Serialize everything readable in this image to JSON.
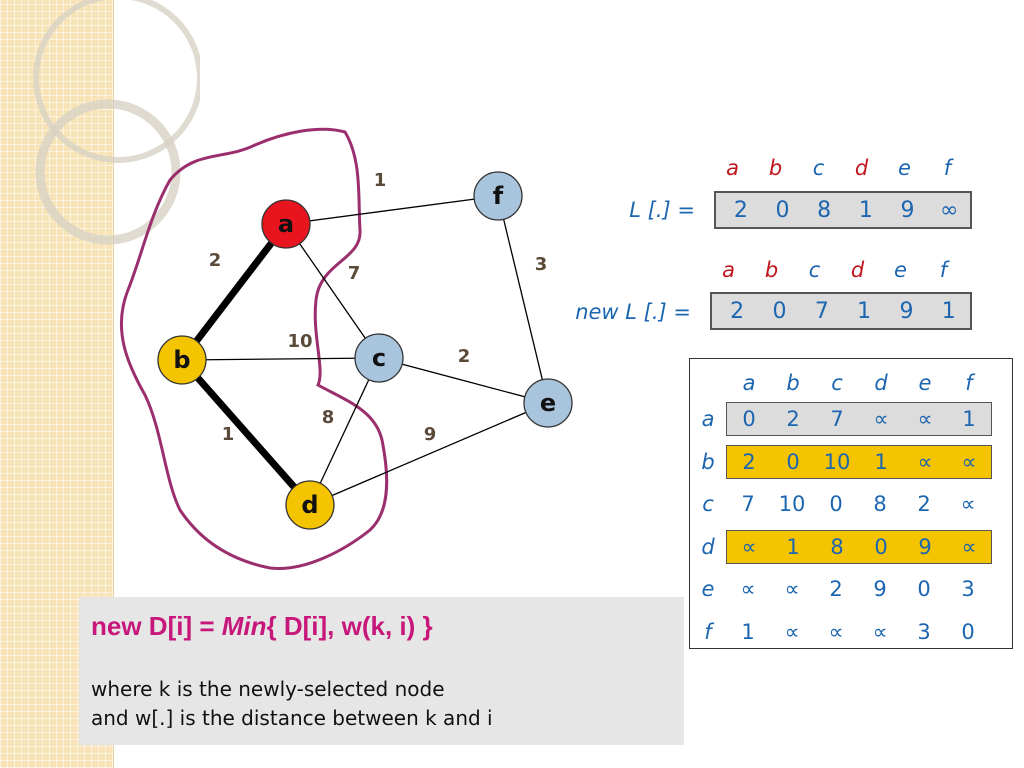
{
  "graph": {
    "nodes": [
      {
        "id": "a",
        "label": "a",
        "color": "#e8141e"
      },
      {
        "id": "b",
        "label": "b",
        "color": "#f5c400"
      },
      {
        "id": "c",
        "label": "c",
        "color": "#a9c4dd"
      },
      {
        "id": "d",
        "label": "d",
        "color": "#f5c400"
      },
      {
        "id": "e",
        "label": "e",
        "color": "#a9c4dd"
      },
      {
        "id": "f",
        "label": "f",
        "color": "#a9c4dd"
      }
    ],
    "edges": [
      {
        "from": "a",
        "to": "f",
        "weight": "1",
        "bold": false
      },
      {
        "from": "a",
        "to": "b",
        "weight": "2",
        "bold": true
      },
      {
        "from": "a",
        "to": "c",
        "weight": "7",
        "bold": false
      },
      {
        "from": "b",
        "to": "c",
        "weight": "10",
        "bold": false
      },
      {
        "from": "b",
        "to": "d",
        "weight": "1",
        "bold": true
      },
      {
        "from": "c",
        "to": "d",
        "weight": "8",
        "bold": false
      },
      {
        "from": "c",
        "to": "e",
        "weight": "2",
        "bold": false
      },
      {
        "from": "d",
        "to": "e",
        "weight": "9",
        "bold": false
      },
      {
        "from": "f",
        "to": "e",
        "weight": "3",
        "bold": false
      }
    ],
    "enclosure_color": "#9b2f6e"
  },
  "L": {
    "label": "L [.] =",
    "headers": [
      "a",
      "b",
      "c",
      "d",
      "e",
      "f"
    ],
    "values": [
      "2",
      "0",
      "8",
      "1",
      "9",
      "∞"
    ]
  },
  "newL": {
    "label": "new L [.] =",
    "headers": [
      "a",
      "b",
      "c",
      "d",
      "e",
      "f"
    ],
    "values": [
      "2",
      "0",
      "7",
      "1",
      "9",
      "1"
    ]
  },
  "matrix": {
    "headers": [
      "a",
      "b",
      "c",
      "d",
      "e",
      "f"
    ],
    "rows": [
      {
        "label": "a",
        "values": [
          "0",
          "2",
          "7",
          "∝",
          "∝",
          "1"
        ],
        "highlight": "gray"
      },
      {
        "label": "b",
        "values": [
          "2",
          "0",
          "10",
          "1",
          "∝",
          "∝"
        ],
        "highlight": "gold"
      },
      {
        "label": "c",
        "values": [
          "7",
          "10",
          "0",
          "8",
          "2",
          "∝"
        ],
        "highlight": "none"
      },
      {
        "label": "d",
        "values": [
          "∝",
          "1",
          "8",
          "0",
          "9",
          "∝"
        ],
        "highlight": "gold"
      },
      {
        "label": "e",
        "values": [
          "∝",
          "∝",
          "2",
          "9",
          "0",
          "3"
        ],
        "highlight": "none"
      },
      {
        "label": "f",
        "values": [
          "1",
          "∝",
          "∝",
          "∝",
          "3",
          "0"
        ],
        "highlight": "none"
      }
    ]
  },
  "formula": {
    "prefix": "new D[i] = ",
    "min": "Min",
    "suffix": "{ D[i],  w(k, i) }",
    "line1": "where k is the newly-selected node",
    "line2": "and w[.] is the distance between k and i"
  }
}
